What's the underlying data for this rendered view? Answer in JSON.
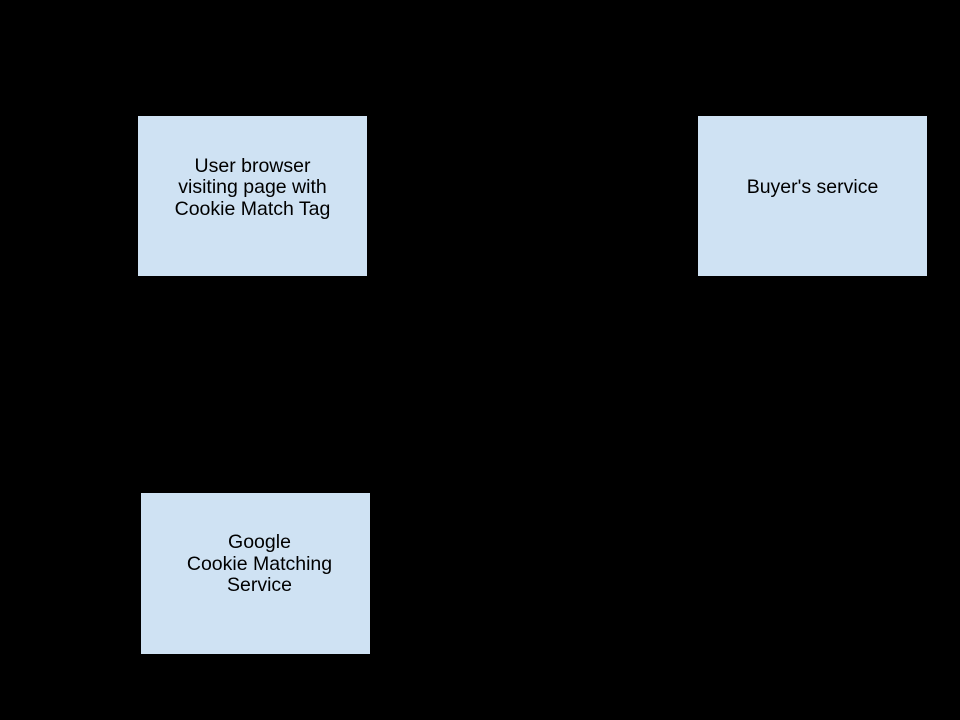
{
  "diagram": {
    "colors": {
      "background": "#000000",
      "node_fill": "#cfe2f3",
      "node_border": "#000000",
      "node_text": "#000000"
    },
    "nodes": {
      "user_browser": {
        "lines": [
          "User browser",
          "visiting page with",
          "Cookie Match Tag"
        ]
      },
      "buyers_service": {
        "lines": [
          "Buyer's service"
        ]
      },
      "google_cms": {
        "lines": [
          "Google",
          "Cookie Matching",
          "Service"
        ]
      }
    }
  }
}
